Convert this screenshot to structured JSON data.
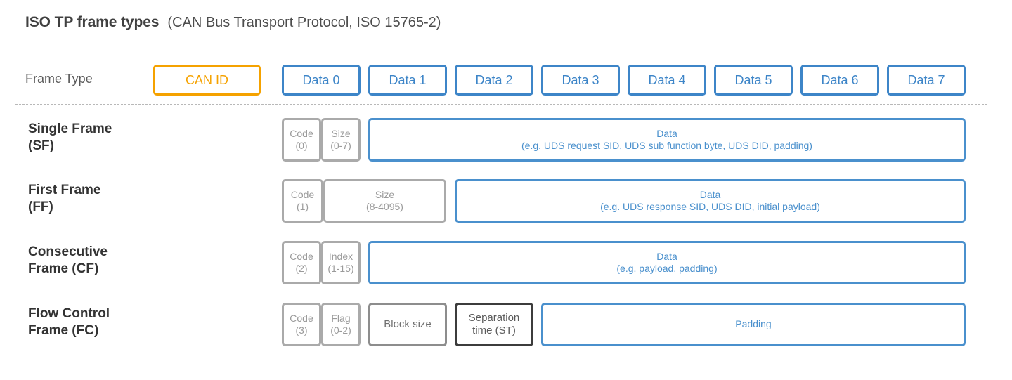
{
  "title": {
    "main": "ISO TP frame types",
    "sub": "(CAN Bus Transport Protocol, ISO 15765-2)"
  },
  "colors": {
    "can_id_accent": "#f5a200",
    "data_accent": "#3d85c8",
    "gray_light": "#aaaaaa",
    "gray_mid": "#8d8d8d",
    "gray_dark": "#3c3c3c",
    "blue_box": "#4a90cd"
  },
  "header": {
    "frame_type_label": "Frame Type",
    "can_id": "CAN ID",
    "data_bytes": [
      "Data 0",
      "Data 1",
      "Data 2",
      "Data 3",
      "Data 4",
      "Data 5",
      "Data 6",
      "Data 7"
    ]
  },
  "rows": [
    {
      "label_line1": "Single Frame",
      "label_line2": "(SF)",
      "cells": [
        {
          "name": "code",
          "line1": "Code",
          "line2": "(0)",
          "style": "gray-light"
        },
        {
          "name": "size",
          "line1": "Size",
          "line2": "(0-7)",
          "style": "gray-light"
        },
        {
          "name": "data",
          "line1": "Data",
          "line2": "(e.g. UDS request SID, UDS sub function byte, UDS DID, padding)",
          "style": "blue"
        }
      ]
    },
    {
      "label_line1": "First Frame",
      "label_line2": "(FF)",
      "cells": [
        {
          "name": "code",
          "line1": "Code",
          "line2": "(1)",
          "style": "gray-light"
        },
        {
          "name": "size",
          "line1": "Size",
          "line2": "(8-4095)",
          "style": "gray-light"
        },
        {
          "name": "data",
          "line1": "Data",
          "line2": "(e.g. UDS response SID, UDS DID, initial payload)",
          "style": "blue"
        }
      ]
    },
    {
      "label_line1": "Consecutive",
      "label_line2": "Frame (CF)",
      "cells": [
        {
          "name": "code",
          "line1": "Code",
          "line2": "(2)",
          "style": "gray-light"
        },
        {
          "name": "index",
          "line1": "Index",
          "line2": "(1-15)",
          "style": "gray-light"
        },
        {
          "name": "data",
          "line1": "Data",
          "line2": "(e.g. payload, padding)",
          "style": "blue"
        }
      ]
    },
    {
      "label_line1": "Flow Control",
      "label_line2": "Frame (FC)",
      "cells": [
        {
          "name": "code",
          "line1": "Code",
          "line2": "(3)",
          "style": "gray-light"
        },
        {
          "name": "flag",
          "line1": "Flag",
          "line2": "(0-2)",
          "style": "gray-light"
        },
        {
          "name": "block-size",
          "line1": "Block size",
          "line2": "",
          "style": "gray-mid"
        },
        {
          "name": "separation-time",
          "line1": "Separation",
          "line2": "time (ST)",
          "style": "gray-dark"
        },
        {
          "name": "padding",
          "line1": "Padding",
          "line2": "",
          "style": "blue"
        }
      ]
    }
  ]
}
